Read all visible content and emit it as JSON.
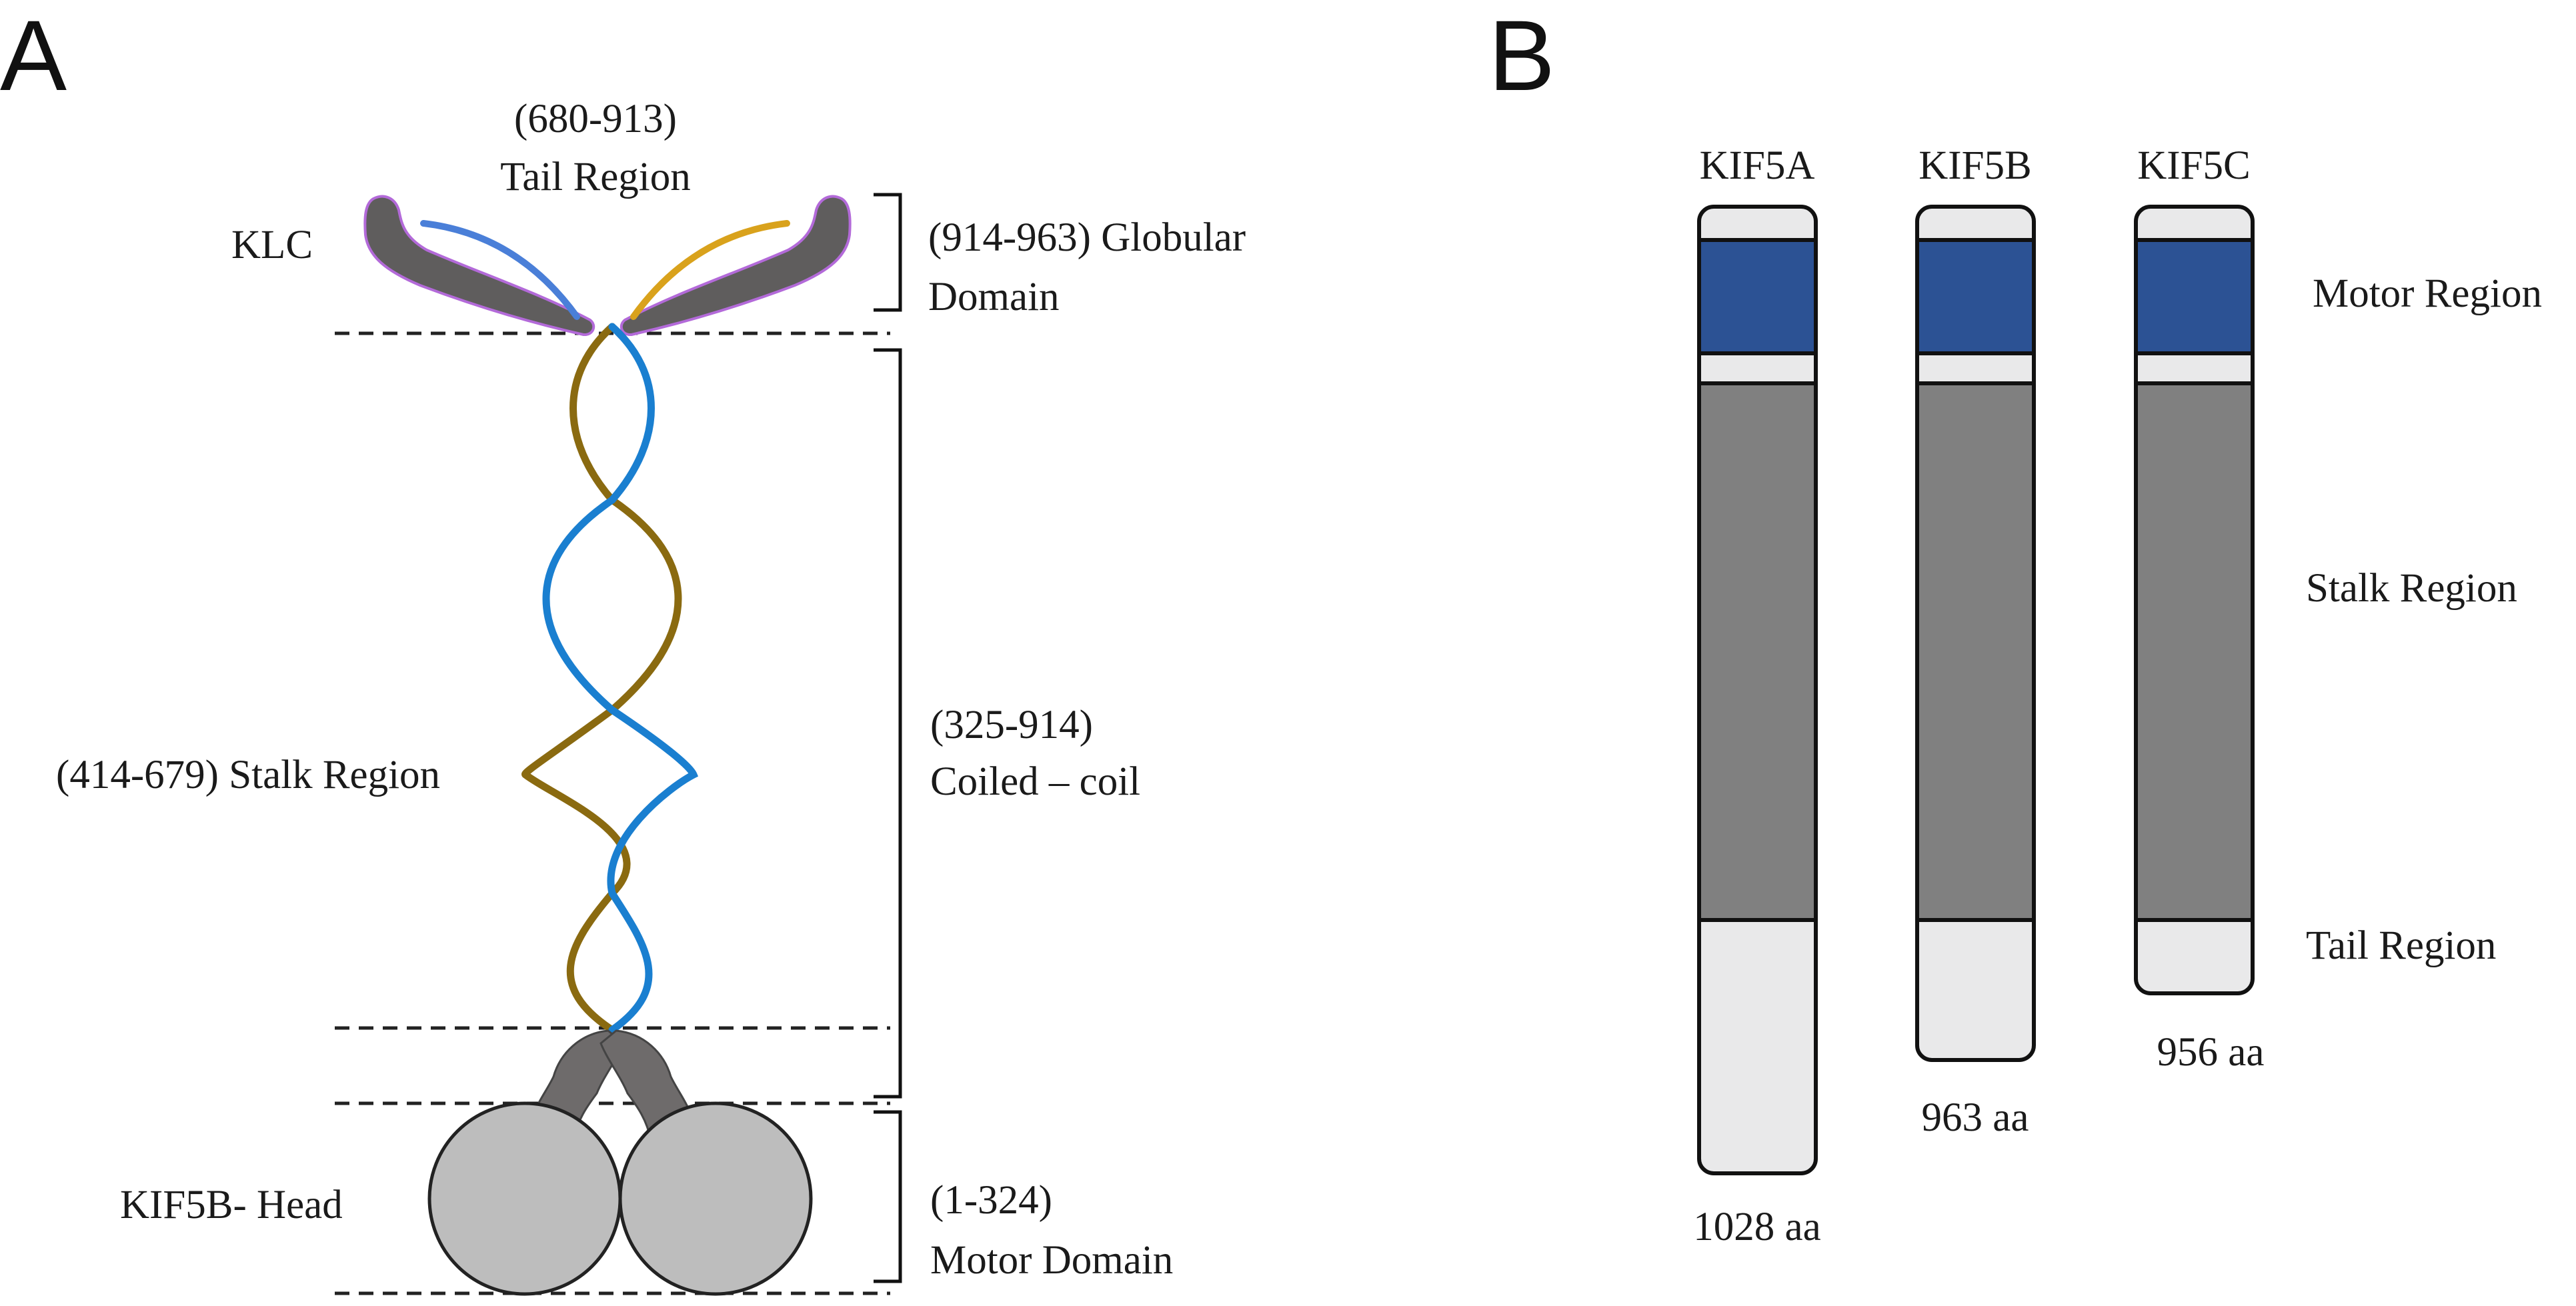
{
  "panels": {
    "a": "A",
    "b": "B"
  },
  "panel_a": {
    "tail_range": "(680-913)",
    "tail_label": "Tail Region",
    "klc_label": "KLC",
    "globular_line1": "(914-963)  Globular",
    "globular_line2": "Domain",
    "stalk_label": "(414-679)  Stalk Region",
    "coil_range": "(325-914)",
    "coil_label": "Coiled – coil",
    "head_label": "KIF5B- Head",
    "motor_range": "(1-324)",
    "motor_label": "Motor Domain"
  },
  "panel_b": {
    "proteins": [
      {
        "name": "KIF5A",
        "length": "1028 aa"
      },
      {
        "name": "KIF5B",
        "length": "963 aa"
      },
      {
        "name": "KIF5C",
        "length": "956 aa"
      }
    ],
    "region_labels": {
      "motor": "Motor Region",
      "stalk": "Stalk Region",
      "tail": "Tail Region"
    }
  },
  "colors": {
    "strand_blue": "#1a7fd0",
    "strand_gold": "#8a6a10",
    "klc_blue": "#4a7fd8",
    "klc_gold": "#d9a21c",
    "klc_body": "#5f5d5d",
    "klc_outline": "#b36ad9",
    "head_fill": "#bdbdbd",
    "neck": "#6e6b6b",
    "motor_region": "#2c5294",
    "stalk_region": "#808080",
    "light_region": "#e9e9ea"
  }
}
